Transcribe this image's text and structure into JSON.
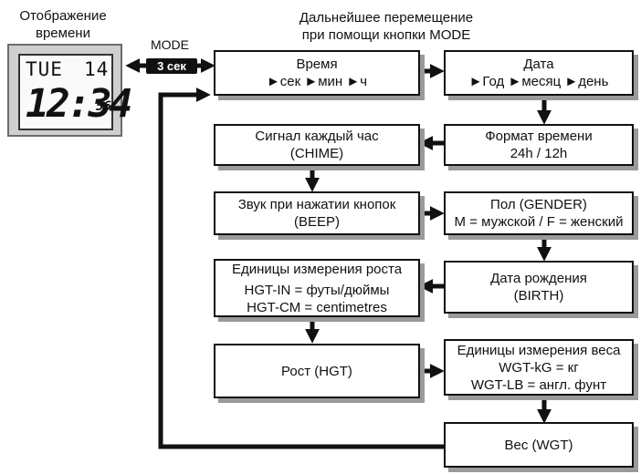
{
  "display_caption": [
    "Отображение",
    "времени"
  ],
  "navigation_caption": [
    "Дальнейшее перемещение",
    "при помощи кнопки MODE"
  ],
  "mode": {
    "label": "MODE",
    "hold": "3 сек"
  },
  "watch": {
    "day": "TUE",
    "date": "14",
    "time": "12:34",
    "seconds": "56"
  },
  "boxes": {
    "time": [
      "Время",
      "►сек ►мин ►ч"
    ],
    "date": [
      "Дата",
      "►Год ►месяц ►день"
    ],
    "time_format": [
      "Формат времени",
      "24h / 12h"
    ],
    "chime": [
      "Сигнал каждый час",
      "(CHIME)"
    ],
    "beep": [
      "Звук при нажатии кнопок",
      "(BEEP)"
    ],
    "gender": [
      "Пол (GENDER)",
      "M = мужской / F = женский"
    ],
    "birth": [
      "Дата рождения",
      "(BIRTH)"
    ],
    "height_units": [
      "Единицы измерения роста",
      "HGT-IN = футы/дюймы",
      "HGT-CM = centimetres"
    ],
    "height": [
      "Рост (HGT)"
    ],
    "weight_units": [
      "Единицы измерения веса",
      "WGT-kG = кг",
      "WGT-LB = англ. фунт"
    ],
    "weight": [
      "Вес (WGT)"
    ]
  }
}
